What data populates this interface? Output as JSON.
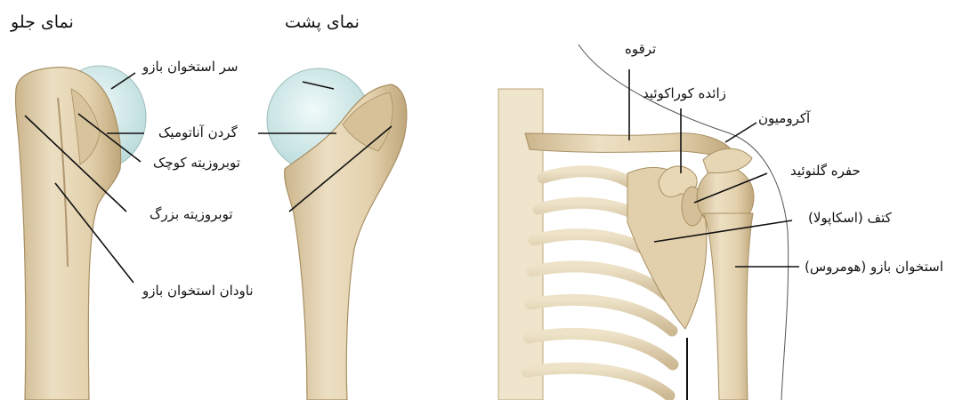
{
  "humerus_figure": {
    "front_view_title": "نمای جلو",
    "back_view_title": "نمای پشت",
    "labels": {
      "humeral_head": "سر استخوان بازو",
      "anatomical_neck": "گردن آناتومیک",
      "lesser_tubercle": "توبروزیته کوچک",
      "greater_tubercle": "توبروزیته بزرگ",
      "bicipital_groove": "ناودان استخوان بازو"
    }
  },
  "shoulder_figure": {
    "labels": {
      "clavicle": "ترقوه",
      "coracoid_process": "زائده کوراکوئید",
      "acromion": "آکرومیون",
      "glenoid_fossa": "حفره گلنوئید",
      "scapula": "کتف (اسکاپولا)",
      "humerus": "استخوان بازو (هومروس)"
    }
  },
  "colors": {
    "bone": "#e6d6b4",
    "bone_shadow": "#c9b48c",
    "cartilage": "#d7eeee",
    "leader_line": "#111111"
  }
}
